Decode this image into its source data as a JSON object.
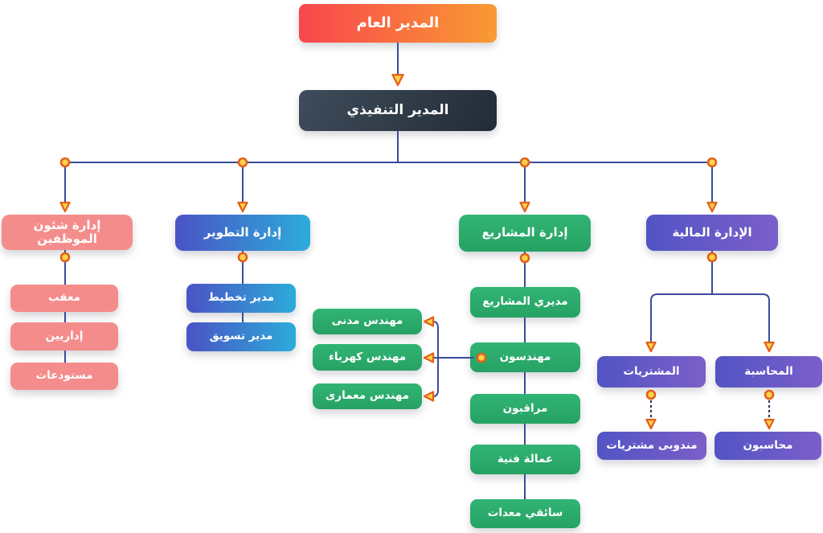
{
  "org": {
    "general_manager": "المدير العام",
    "executive_manager": "المدير التنفيذي",
    "hr": {
      "title": "إدارة شئون الموظفين",
      "children": [
        "معقب",
        "إداريين",
        "مستودعات"
      ]
    },
    "development": {
      "title": "إدارة التطوير",
      "children": [
        "مدير تخطيط",
        "مدير تسويق"
      ]
    },
    "projects": {
      "title": "إدارة المشاريع",
      "children": [
        "مديري المشاريع",
        "مهندسون",
        "مراقبون",
        "عمالة فنية",
        "سائقي معدات"
      ],
      "engineer_types": [
        "مهندس مدنى",
        "مهندس كهرباء",
        "مهندس معمارى"
      ]
    },
    "finance": {
      "title": "الإدارة المالية",
      "children": [
        "المشتريات",
        "المحاسبة"
      ],
      "sub_children": [
        "مندوبى مشتريات",
        "محاسبون"
      ]
    }
  },
  "palette": {
    "background": "#FFFFFF",
    "connector_line": "#3B4B9B",
    "dotted_line": "#2F3A55",
    "node_dot_fill": "#FFD24C",
    "node_dot_stroke": "#E2611B",
    "gm_gradient_start": "#F9464D",
    "gm_gradient_end": "#F99B33",
    "executive_gradient_start": "#404C5B",
    "executive_gradient_end": "#222C37",
    "hr_color": "#F58C8C",
    "development_gradient_start": "#4A53C5",
    "development_gradient_end": "#2CACDA",
    "projects_color": "#2BAD6C",
    "finance_gradient_start": "#5254C4",
    "finance_gradient_end": "#7B5FC9"
  }
}
